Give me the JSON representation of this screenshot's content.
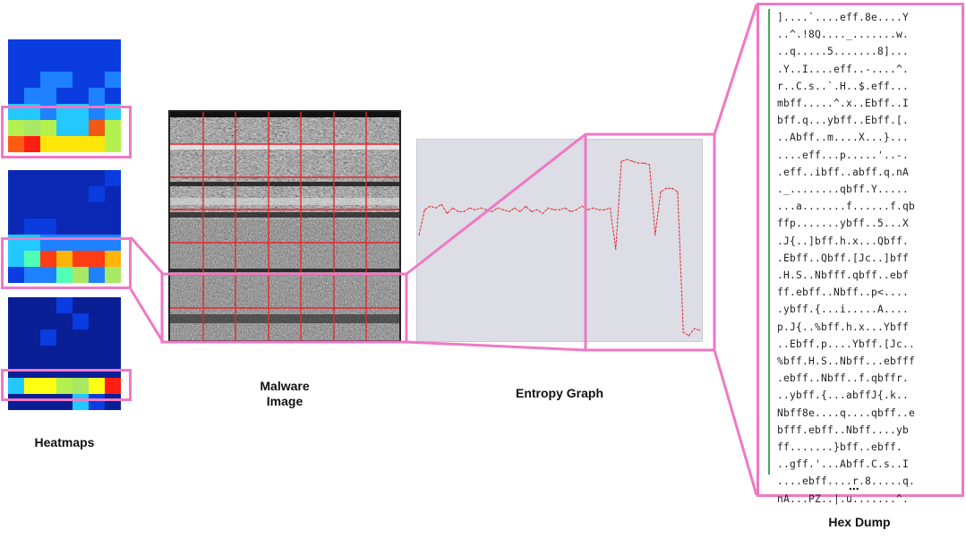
{
  "labels": {
    "heatmaps": "Heatmaps",
    "malware_image_line1": "Malware",
    "malware_image_line2": "Image",
    "entropy_graph": "Entropy Graph",
    "hex_dump": "Hex Dump"
  },
  "colors": {
    "highlight": "#ef79c4",
    "grid_line": "#e8282d",
    "entropy_line": "#e8282d",
    "hex_border": "#4aa55a"
  },
  "heatmaps": [
    {
      "rows": [
        [
          "#0a3ce0",
          "#0a3ce0",
          "#0a3ce0",
          "#0a3ce0",
          "#0a3ce0",
          "#0a3ce0",
          "#0a3ce0"
        ],
        [
          "#0a3ce0",
          "#0a3ce0",
          "#0a3ce0",
          "#0a3ce0",
          "#0a3ce0",
          "#0a3ce0",
          "#0a3ce0"
        ],
        [
          "#0a3ce0",
          "#0a3ce0",
          "#1e82ff",
          "#1e82ff",
          "#0a3ce0",
          "#0a3ce0",
          "#1e82ff"
        ],
        [
          "#0a3ce0",
          "#1e82ff",
          "#1e82ff",
          "#0a3ce0",
          "#0a3ce0",
          "#1e82ff",
          "#0a3ce0"
        ],
        [
          "#23c8ff",
          "#23c8ff",
          "#1e82ff",
          "#23c8ff",
          "#23c8ff",
          "#1e82ff",
          "#23c8ff"
        ],
        [
          "#b4f050",
          "#a8e864",
          "#b4f050",
          "#23c8ff",
          "#23c8ff",
          "#f05a14",
          "#b4f050"
        ],
        [
          "#ff5a14",
          "#ff1e14",
          "#ffe60a",
          "#ffe60a",
          "#ffe60a",
          "#ffe60a",
          "#b4f050"
        ]
      ]
    },
    {
      "rows": [
        [
          "#0a28b4",
          "#0a28b4",
          "#0a28b4",
          "#0a28b4",
          "#0a28b4",
          "#0a28b4",
          "#0a3ce0"
        ],
        [
          "#0a28b4",
          "#0a28b4",
          "#0a28b4",
          "#0a28b4",
          "#0a28b4",
          "#0a3ce0",
          "#0a28b4"
        ],
        [
          "#0a28b4",
          "#0a28b4",
          "#0a28b4",
          "#0a28b4",
          "#0a28b4",
          "#0a28b4",
          "#0a28b4"
        ],
        [
          "#0a28b4",
          "#0a3ce0",
          "#0a3ce0",
          "#0a28b4",
          "#0a28b4",
          "#0a28b4",
          "#0a28b4"
        ],
        [
          "#23c8ff",
          "#23c8ff",
          "#1e82ff",
          "#1e82ff",
          "#1e82ff",
          "#1e82ff",
          "#1e82ff"
        ],
        [
          "#23c8ff",
          "#50ffb4",
          "#ff3c14",
          "#ffb40a",
          "#ff3c14",
          "#ff3c14",
          "#ffb40a"
        ],
        [
          "#0a3ce0",
          "#1e82ff",
          "#1e82ff",
          "#50ffb4",
          "#a8e864",
          "#1e82ff",
          "#a8e864"
        ]
      ]
    },
    {
      "rows": [
        [
          "#0a1e96",
          "#0a1e96",
          "#0a1e96",
          "#0a3ce0",
          "#0a1e96",
          "#0a1e96",
          "#0a1e96"
        ],
        [
          "#0a1e96",
          "#0a1e96",
          "#0a1e96",
          "#0a1e96",
          "#0a3ce0",
          "#0a1e96",
          "#0a1e96"
        ],
        [
          "#0a1e96",
          "#0a1e96",
          "#0a3ce0",
          "#0a1e96",
          "#0a1e96",
          "#0a1e96",
          "#0a1e96"
        ],
        [
          "#0a1e96",
          "#0a1e96",
          "#0a1e96",
          "#0a1e96",
          "#0a1e96",
          "#0a1e96",
          "#0a1e96"
        ],
        [
          "#0a1e96",
          "#0a1e96",
          "#0a1e96",
          "#0a1e96",
          "#0a1e96",
          "#0a1e96",
          "#0a1e96"
        ],
        [
          "#23c8ff",
          "#ffff14",
          "#ffff14",
          "#b4f050",
          "#a8e864",
          "#ffff14",
          "#ff1e14"
        ],
        [
          "#0a1e96",
          "#0a1e96",
          "#0a1e96",
          "#0a1e96",
          "#23c8ff",
          "#0a3ce0",
          "#0a1e96"
        ]
      ]
    }
  ],
  "hex_dump_lines": [
    "]....`....eff.8e....Y",
    "..^.!8Q...._.......w.",
    "..q.....5.......8]...",
    ".Y..I....eff..-....^.",
    "r..C.s..`.H..$.eff...",
    "mbff.....^.x..Ebff..I",
    "bff.q...ybff..Ebff.[.",
    "..Abff..m....X...}...",
    "....eff...p.....'..-.",
    ".eff..ibff..abff.q.nA",
    "._........qbff.Y.....",
    "...a.......f......f.qb",
    "ffp.......ybff..5...X",
    ".J{..]bff.h.x...Qbff.",
    ".Ebff..Qbff.[Jc..]bff",
    ".H.S..Nbfff.qbff..ebf",
    "ff.ebff..Nbff..p<....",
    ".ybff.{...i.....A....",
    "p.J{..%bff.h.x...Ybff",
    "..Ebff.p....Ybff.[Jc..",
    "%bff.H.S..Nbff...ebfff",
    ".ebff..Nbff..f.qbffr.",
    "..ybff.{...abffJ{.k..",
    "Nbff8e....q....qbff..e",
    "bfff.ebff..Nbff....yb",
    "ff.......}bff..ebff.",
    "..gff.'...Abff.C.s..I",
    "....ebff....r.8.....q.",
    "nA...PZ..|.u.......^."
  ],
  "hex_ellipsis": "...",
  "chart_data": {
    "type": "line",
    "title": "",
    "xlabel": "",
    "ylabel": "",
    "x": [
      0,
      2,
      4,
      6,
      8,
      10,
      12,
      14,
      16,
      18,
      20,
      22,
      24,
      26,
      28,
      30,
      32,
      34,
      36,
      38,
      40,
      42,
      44,
      46,
      48,
      50,
      52,
      54,
      56,
      58,
      60,
      62,
      64,
      66,
      68,
      70,
      72,
      74,
      76,
      78,
      80,
      82,
      84,
      86,
      88,
      90,
      92,
      94,
      96,
      98,
      100
    ],
    "series": [
      {
        "values": [
          0.58,
          0.72,
          0.74,
          0.73,
          0.75,
          0.7,
          0.73,
          0.71,
          0.71,
          0.73,
          0.72,
          0.73,
          0.72,
          0.71,
          0.73,
          0.72,
          0.71,
          0.73,
          0.71,
          0.74,
          0.71,
          0.72,
          0.7,
          0.73,
          0.72,
          0.72,
          0.73,
          0.71,
          0.72,
          0.74,
          0.72,
          0.73,
          0.72,
          0.72,
          0.73,
          0.5,
          0.99,
          1.0,
          0.99,
          0.98,
          0.98,
          0.97,
          0.58,
          0.82,
          0.84,
          0.84,
          0.82,
          0.04,
          0.02,
          0.06,
          0.05
        ]
      }
    ],
    "xlim": [
      0,
      100
    ],
    "ylim": [
      0,
      1.1
    ],
    "grid": false,
    "legend": "none"
  }
}
